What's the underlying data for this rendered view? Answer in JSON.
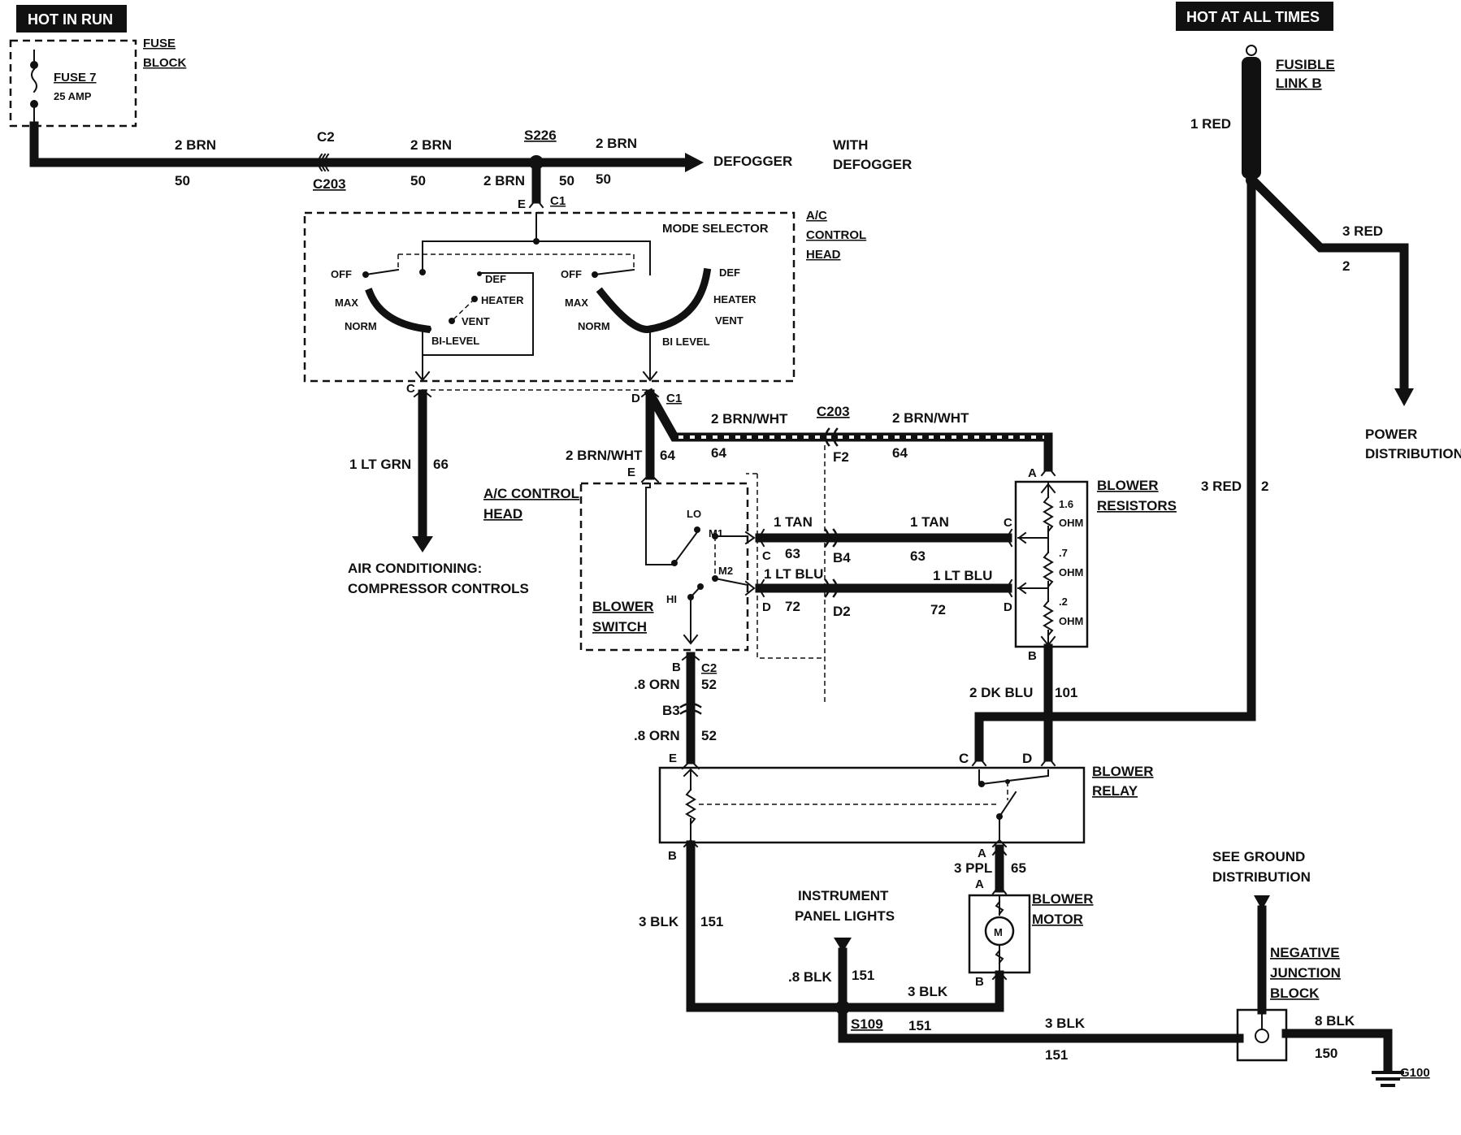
{
  "banners": {
    "hot_in_run": "HOT IN RUN",
    "hot_at_all_times": "HOT AT ALL TIMES"
  },
  "fuse": {
    "block_line1": "FUSE",
    "block_line2": "BLOCK",
    "name": "FUSE 7",
    "rating": "25 AMP"
  },
  "fusible_link": {
    "line1": "FUSIBLE",
    "line2": "LINK B",
    "wire": "1 RED"
  },
  "power": {
    "wire": "3 RED",
    "circuit": "2",
    "line1": "POWER",
    "line2": "DISTRIBUTION",
    "riser_wire": "3 RED",
    "riser_circuit": "2"
  },
  "top_wire": {
    "seg1": "2 BRN",
    "c1": "50",
    "conn_c2": "C2",
    "conn_c203": "C203",
    "seg2": "2 BRN",
    "c2": "50",
    "splice": "S226",
    "seg3": "2 BRN",
    "c3": "50",
    "drop_wire": "2 BRN",
    "drop_circuit": "50",
    "defogger": "DEFOGGER",
    "with_line1": "WITH",
    "with_line2": "DEFOGGER"
  },
  "ac_head": {
    "title_line1": "A/C",
    "title_line2": "CONTROL",
    "title_line3": "HEAD",
    "mode_selector": "MODE SELECTOR",
    "pin_e": "E",
    "conn_c1": "C1",
    "left": {
      "off": "OFF",
      "max": "MAX",
      "norm": "NORM",
      "def": "DEF",
      "heater": "HEATER",
      "vent": "VENT",
      "bilevel": "BI-LEVEL"
    },
    "right": {
      "off": "OFF",
      "max": "MAX",
      "norm": "NORM",
      "def": "DEF",
      "heater": "HEATER",
      "vent": "VENT",
      "bilevel": "BI LEVEL"
    },
    "pin_c": "C",
    "pin_d": "D",
    "conn_c1b": "C1"
  },
  "ac_comp": {
    "wire": "1 LT GRN",
    "circuit": "66",
    "line1": "AIR CONDITIONING:",
    "line2": "COMPRESSOR CONTROLS"
  },
  "brn_wht": {
    "drop_wire": "2 BRN/WHT",
    "drop_circuit": "64",
    "seg1": "2 BRN/WHT",
    "seg1_circuit": "64",
    "conn": "C203",
    "conn_pin": "F2",
    "seg2": "2 BRN/WHT",
    "seg2_circuit": "64"
  },
  "blower_switch": {
    "head_line1": "A/C CONTROL",
    "head_line2": "HEAD",
    "pin_e": "E",
    "lo": "LO",
    "m1": "M1",
    "m2": "M2",
    "hi": "HI",
    "name1": "BLOWER",
    "name2": "SWITCH",
    "pin_b": "B",
    "conn_c2": "C2"
  },
  "tan": {
    "wire": "1 TAN",
    "pin_left": "C",
    "circuit": "63",
    "conn_pin": "B4",
    "wire2": "1 TAN",
    "circuit2": "63",
    "pin_right": "C"
  },
  "ltblu": {
    "wire": "1 LT BLU",
    "pin_left": "D",
    "circuit": "72",
    "conn_pin": "D2",
    "wire2": "1 LT BLU",
    "circuit2": "72",
    "pin_right": "D"
  },
  "resistors": {
    "name1": "BLOWER",
    "name2": "RESISTORS",
    "r1": "1.6",
    "r2": ".7",
    "r3": ".2",
    "ohm": "OHM",
    "pin_a": "A",
    "pin_b": "B",
    "out_wire": "2 DK BLU",
    "out_circuit": "101"
  },
  "orn": {
    "wire1": ".8 ORN",
    "circuit1": "52",
    "conn_pin": "B3",
    "wire2": ".8 ORN",
    "circuit2": "52"
  },
  "relay": {
    "name1": "BLOWER",
    "name2": "RELAY",
    "pin_e": "E",
    "pin_c": "C",
    "pin_d": "D",
    "pin_b": "B",
    "pin_a": "A"
  },
  "motor": {
    "wire": "3 PPL",
    "circuit": "65",
    "pin_a": "A",
    "pin_b": "B",
    "m": "M",
    "name1": "BLOWER",
    "name2": "MOTOR",
    "out_wire": "3 BLK"
  },
  "ground": {
    "relay_wire": "3 BLK",
    "relay_circuit": "151",
    "ip_line1": "INSTRUMENT",
    "ip_line2": "PANEL LIGHTS",
    "ip_wire": ".8 BLK",
    "ip_circuit": "151",
    "splice": "S109",
    "s_circuit": "151",
    "wire": "3 BLK",
    "circuit": "151",
    "see_line1": "SEE GROUND",
    "see_line2": "DISTRIBUTION",
    "njb1": "NEGATIVE",
    "njb2": "JUNCTION",
    "njb3": "BLOCK",
    "gwire": "8 BLK",
    "gcircuit": "150",
    "g": "G100"
  }
}
